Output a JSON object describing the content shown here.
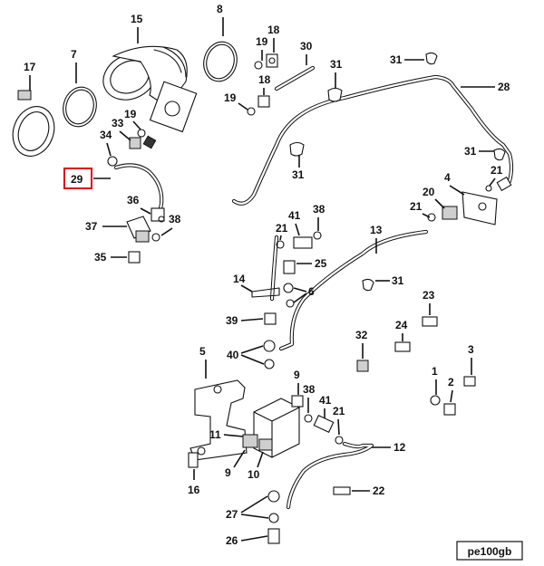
{
  "callouts": {
    "c1": "1",
    "c2": "2",
    "c3": "3",
    "c4": "4",
    "c5": "5",
    "c6": "6",
    "c7": "7",
    "c8": "8",
    "c9a": "9",
    "c9b": "9",
    "c10": "10",
    "c11": "11",
    "c12": "12",
    "c13": "13",
    "c14": "14",
    "c15": "15",
    "c16": "16",
    "c17": "17",
    "c18a": "18",
    "c18b": "18",
    "c19a": "19",
    "c19b": "19",
    "c19c": "19",
    "c20": "20",
    "c21a": "21",
    "c21b": "21",
    "c21c": "21",
    "c21d": "21",
    "c22": "22",
    "c23": "23",
    "c24": "24",
    "c25": "25",
    "c26": "26",
    "c27": "27",
    "c28": "28",
    "c29": "29",
    "c30": "30",
    "c31a": "31",
    "c31b": "31",
    "c31c": "31",
    "c31d": "31",
    "c32": "32",
    "c33": "33",
    "c34": "34",
    "c35": "35",
    "c36": "36",
    "c37": "37",
    "c38a": "38",
    "c38b": "38",
    "c38c": "38",
    "c39": "39",
    "c40": "40",
    "c41a": "41",
    "c41b": "41"
  },
  "reference_code": "pe100gb",
  "highlighted_callout": "29",
  "highlight_color": "#e00000"
}
